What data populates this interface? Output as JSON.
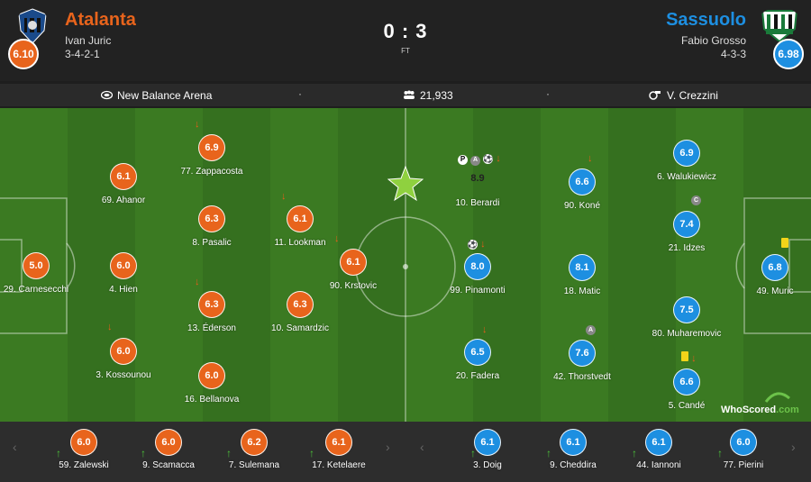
{
  "header": {
    "home": {
      "name": "Atalanta",
      "coach": "Ivan Juric",
      "formation": "3-4-2-1",
      "rating": "6.10",
      "crest_label": "ATALANTA",
      "color": "#e8641c"
    },
    "away": {
      "name": "Sassuolo",
      "coach": "Fabio Grosso",
      "formation": "4-3-3",
      "rating": "6.98",
      "crest_label": "U.S. SASSUOLO",
      "color": "#1d8fe1"
    },
    "score": "0 : 3",
    "status": "FT"
  },
  "info": {
    "venue": "New Balance Arena",
    "attendance": "21,933",
    "referee": "V. Crezzini",
    "separator": "·"
  },
  "home_players": [
    {
      "name": "29. Carnesecchi",
      "rating": "5.0",
      "events": []
    },
    {
      "name": "69. Ahanor",
      "rating": "6.1",
      "events": []
    },
    {
      "name": "4. Hien",
      "rating": "6.0",
      "events": []
    },
    {
      "name": "3. Kossounou",
      "rating": "6.0",
      "events": [
        "sub-off"
      ]
    },
    {
      "name": "77. Zappacosta",
      "rating": "6.9",
      "events": [
        "sub-off"
      ]
    },
    {
      "name": "8. Pasalic",
      "rating": "6.3",
      "events": []
    },
    {
      "name": "13. Éderson",
      "rating": "6.3",
      "events": [
        "sub-off"
      ]
    },
    {
      "name": "16. Bellanova",
      "rating": "6.0",
      "events": []
    },
    {
      "name": "11. Lookman",
      "rating": "6.1",
      "events": [
        "sub-off"
      ]
    },
    {
      "name": "10. Samardzic",
      "rating": "6.3",
      "events": []
    },
    {
      "name": "90. Krstovic",
      "rating": "6.1",
      "events": [
        "sub-off"
      ]
    }
  ],
  "away_players": [
    {
      "name": "10. Berardi",
      "rating": "8.9",
      "motm": true,
      "events": [
        "penalty-goal",
        "assist",
        "goal",
        "sub-off"
      ]
    },
    {
      "name": "99. Pinamonti",
      "rating": "8.0",
      "events": [
        "goal",
        "sub-off"
      ]
    },
    {
      "name": "20. Fadera",
      "rating": "6.5",
      "events": [
        "sub-off"
      ]
    },
    {
      "name": "90. Koné",
      "rating": "6.6",
      "events": [
        "sub-off"
      ]
    },
    {
      "name": "18. Matic",
      "rating": "8.1",
      "events": []
    },
    {
      "name": "42. Thorstvedt",
      "rating": "7.6",
      "events": [
        "assist"
      ]
    },
    {
      "name": "6. Walukiewicz",
      "rating": "6.9",
      "events": []
    },
    {
      "name": "21. Idzes",
      "rating": "7.4",
      "events": [
        "captain"
      ]
    },
    {
      "name": "80. Muharemovic",
      "rating": "7.5",
      "events": []
    },
    {
      "name": "5. Candé",
      "rating": "6.6",
      "events": [
        "yellow-card",
        "sub-off"
      ]
    },
    {
      "name": "49. Muric",
      "rating": "6.8",
      "events": [
        "yellow-card"
      ]
    }
  ],
  "event_glyphs": {
    "penalty": "P",
    "assist": "A",
    "captain": "C",
    "ball": "⚽",
    "sub_off": "↓",
    "sub_on": "↑"
  },
  "home_bench": [
    {
      "name": "59. Zalewski",
      "rating": "6.0"
    },
    {
      "name": "9. Scamacca",
      "rating": "6.0"
    },
    {
      "name": "7. Sulemana",
      "rating": "6.2"
    },
    {
      "name": "17. Ketelaere",
      "rating": "6.1"
    }
  ],
  "away_bench": [
    {
      "name": "3. Doig",
      "rating": "6.1"
    },
    {
      "name": "9. Cheddira",
      "rating": "6.1"
    },
    {
      "name": "44. Iannoni",
      "rating": "6.1"
    },
    {
      "name": "77. Pierini",
      "rating": "6.0"
    }
  ],
  "nav": {
    "prev": "‹",
    "next": "›"
  },
  "branding": {
    "name": "WhoScored",
    "suffix": ".com"
  },
  "colors": {
    "home": "#e8641c",
    "away": "#1d8fe1",
    "pitch_dark": "#35701f",
    "pitch_light": "#3b7a22",
    "star": "#8fd13f"
  }
}
